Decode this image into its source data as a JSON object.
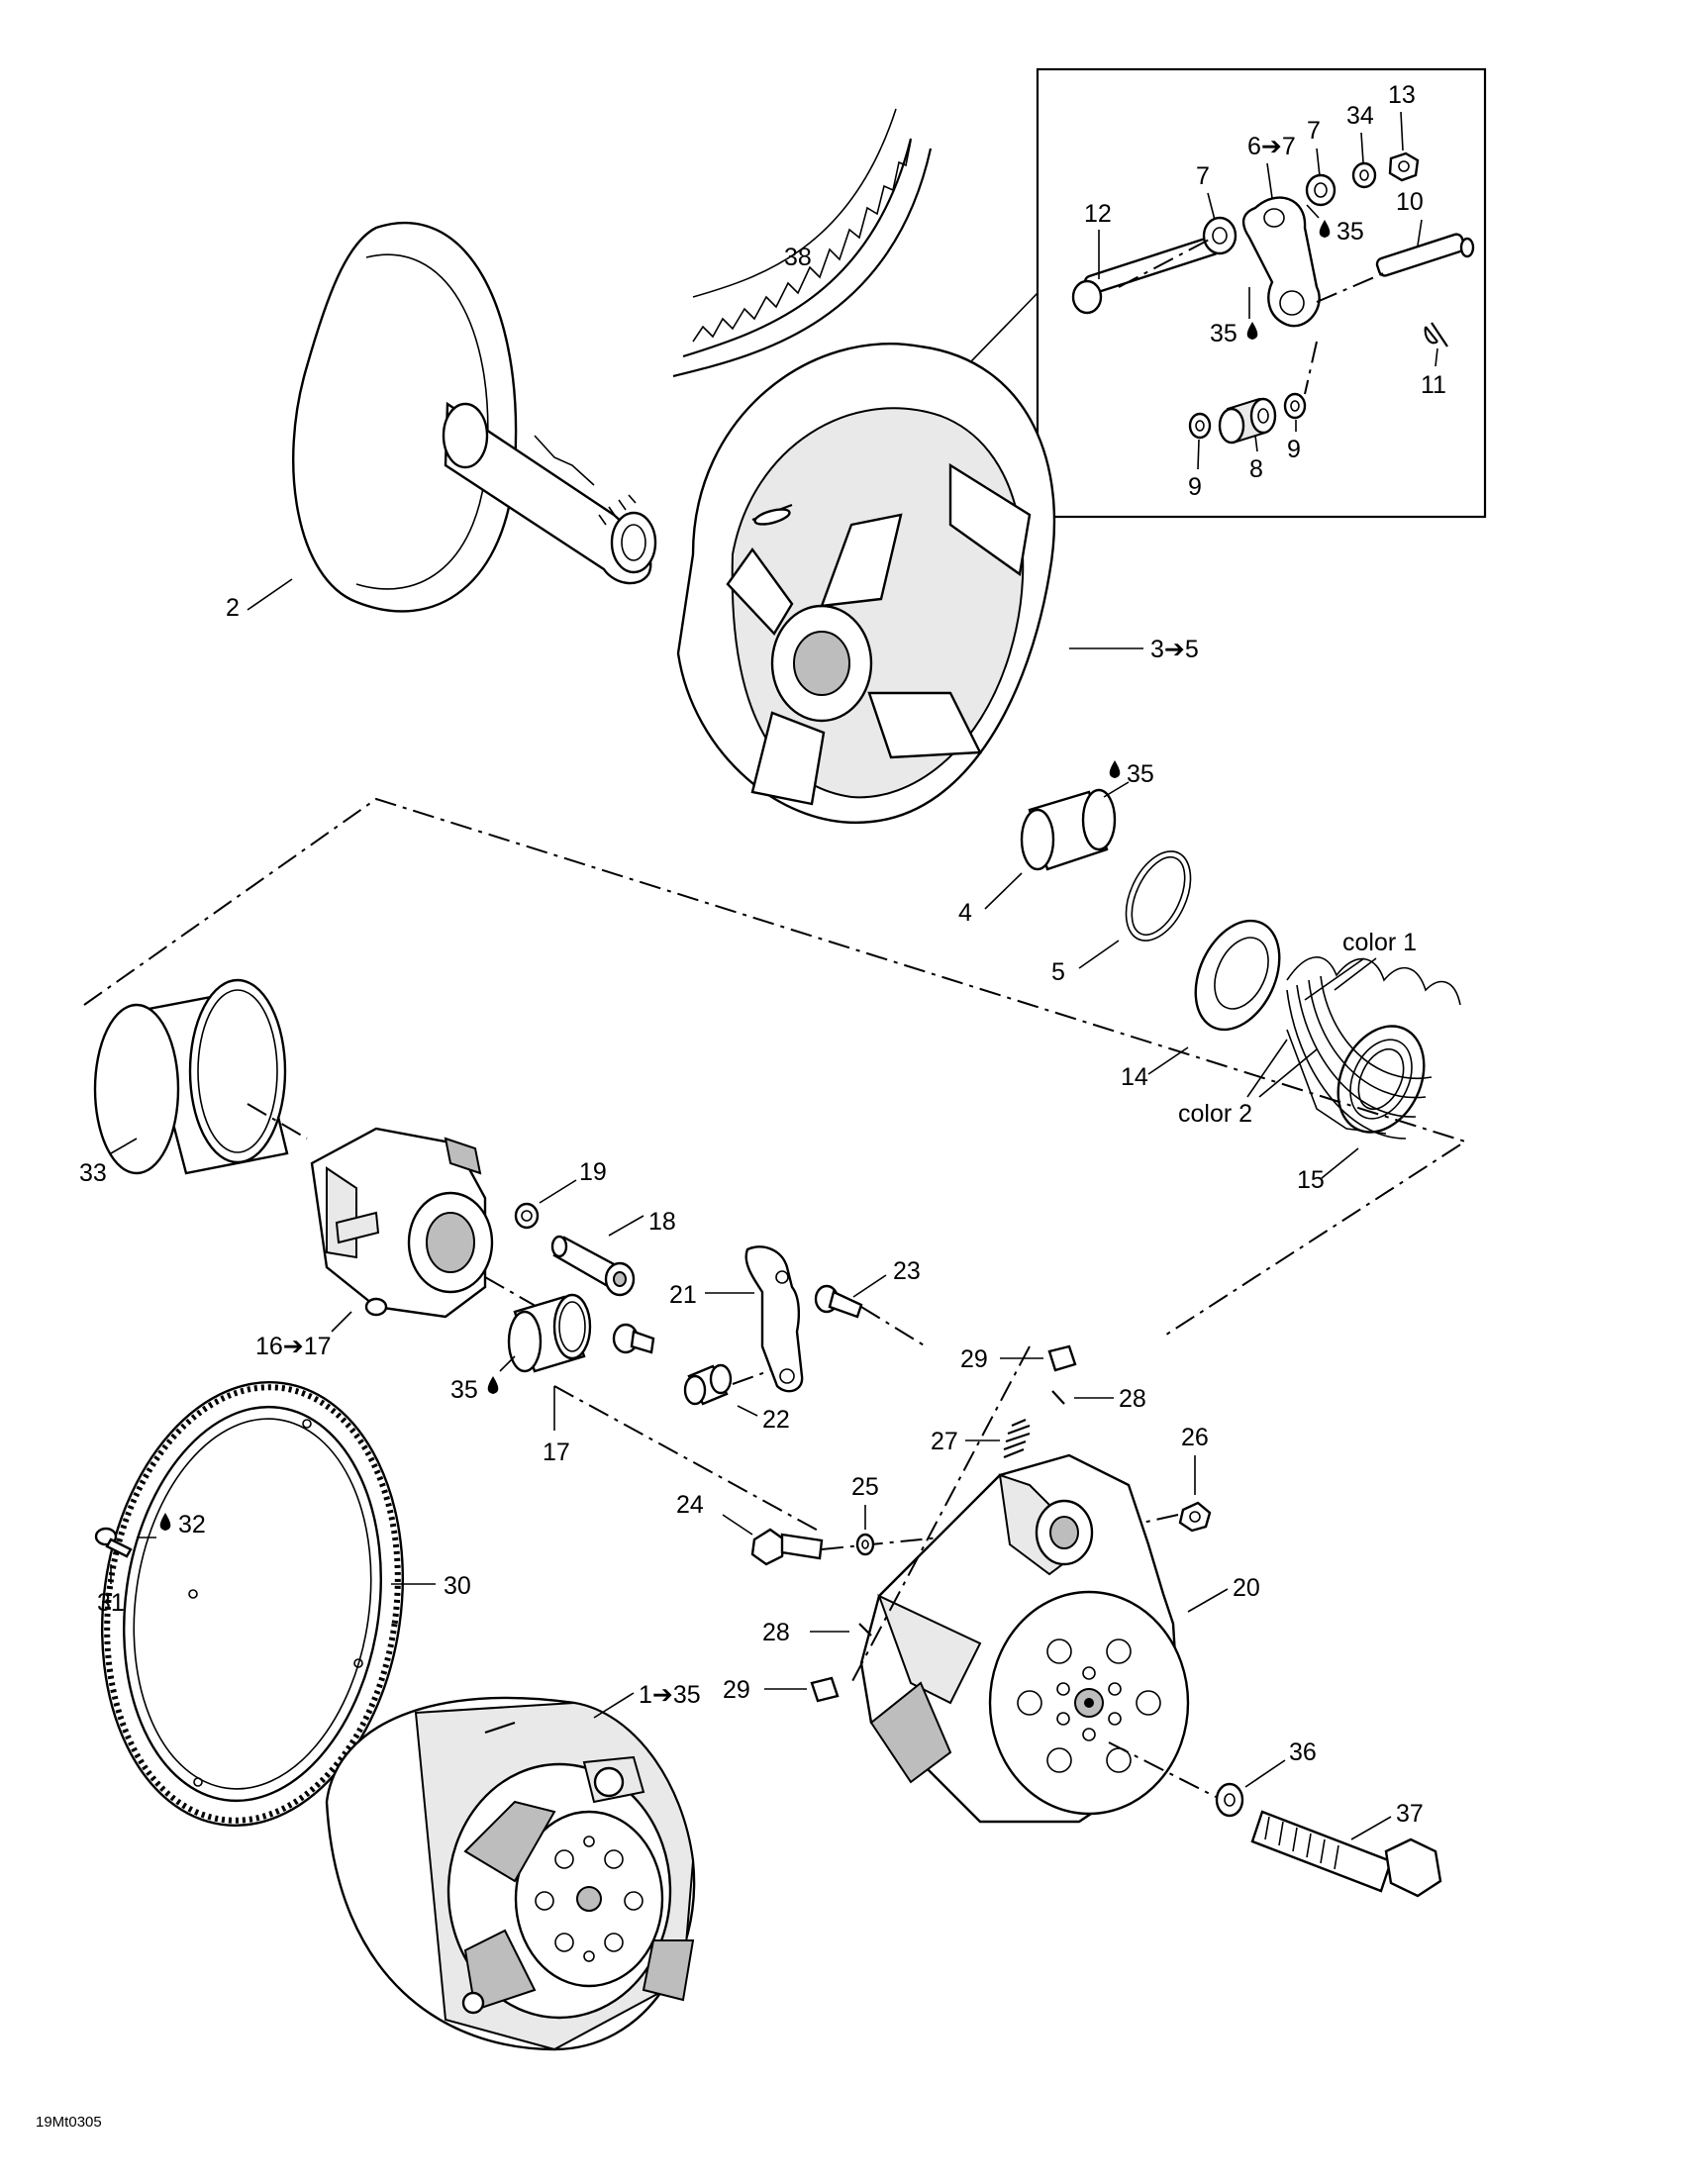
{
  "labels": {
    "l1": "1➔35",
    "l2": "2",
    "l3": "3➔5",
    "l4": "4",
    "l5": "5",
    "l6": "6➔7",
    "l7a": "7",
    "l7b": "7",
    "l8": "8",
    "l9a": "9",
    "l9b": "9",
    "l10": "10",
    "l11": "11",
    "l12": "12",
    "l13": "13",
    "l14": "14",
    "l15": "15",
    "l16": "16➔17",
    "l17": "17",
    "l18": "18",
    "l19": "19",
    "l20": "20",
    "l21": "21",
    "l22": "22",
    "l23": "23",
    "l24": "24",
    "l25": "25",
    "l26": "26",
    "l27": "27",
    "l28a": "28",
    "l28b": "28",
    "l29a": "29",
    "l29b": "29",
    "l30": "30",
    "l31": "31",
    "l32": "32",
    "l33": "33",
    "l34": "34",
    "l35a": "35",
    "l35b": "35",
    "l35c": "35",
    "l35d": "35",
    "l36": "36",
    "l37": "37",
    "l38": "38",
    "color1": "color 1",
    "color2": "color 2"
  },
  "figure_code": "19Mt0305",
  "icons": {
    "lubricant": "oil-drop-icon"
  }
}
